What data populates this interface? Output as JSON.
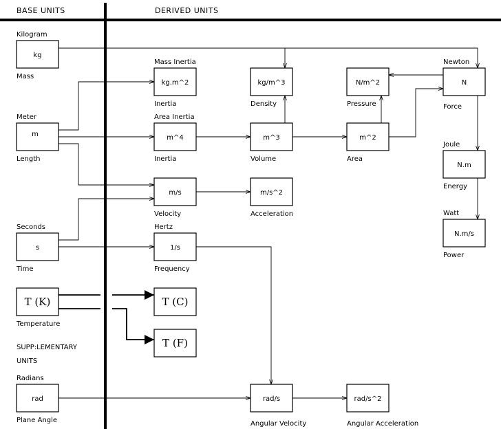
{
  "headers": {
    "base": "BASE UNITS",
    "derived": "DERIVED UNITS"
  },
  "supplementary": {
    "line1": "SUPP:LEMENTARY",
    "line2": "UNITS"
  },
  "units": {
    "kg": {
      "unit": "kg",
      "above": "Kilogram",
      "below": "Mass"
    },
    "m": {
      "unit": "m",
      "above": "Meter",
      "below": "Length"
    },
    "s": {
      "unit": "s",
      "above": "Seconds",
      "below": "Time"
    },
    "tk": {
      "unit": "T (K)",
      "above": "",
      "below": "Temperature"
    },
    "rad": {
      "unit": "rad",
      "above": "Radians",
      "below": "Plane Angle"
    },
    "kgm2": {
      "unit": "kg.m^2",
      "above": "Mass Inertia",
      "below": "Inertia"
    },
    "m4": {
      "unit": "m^4",
      "above": "Area Inertia",
      "below": "Inertia"
    },
    "ms": {
      "unit": "m/s",
      "above": "",
      "below": "Velocity"
    },
    "hz": {
      "unit": "1/s",
      "above": "Hertz",
      "below": "Frequency"
    },
    "tc": {
      "unit": "T (C)",
      "above": "",
      "below": ""
    },
    "tf": {
      "unit": "T (F)",
      "above": "",
      "below": ""
    },
    "kgm3": {
      "unit": "kg/m^3",
      "above": "",
      "below": "Density"
    },
    "m3": {
      "unit": "m^3",
      "above": "",
      "below": "Volume"
    },
    "ms2": {
      "unit": "m/s^2",
      "above": "",
      "below": "Acceleration"
    },
    "rads": {
      "unit": "rad/s",
      "above": "",
      "below": "Angular Velocity"
    },
    "nm2": {
      "unit": "N/m^2",
      "above": "",
      "below": "Pressure"
    },
    "m2": {
      "unit": "m^2",
      "above": "",
      "below": "Area"
    },
    "rads2": {
      "unit": "rad/s^2",
      "above": "",
      "below": "Angular Acceleration"
    },
    "n": {
      "unit": "N",
      "above": "Newton",
      "below": "Force"
    },
    "nm": {
      "unit": "N.m",
      "above": "Joule",
      "below": "Energy"
    },
    "nms": {
      "unit": "N.m/s",
      "above": "Watt",
      "below": "Power"
    }
  }
}
